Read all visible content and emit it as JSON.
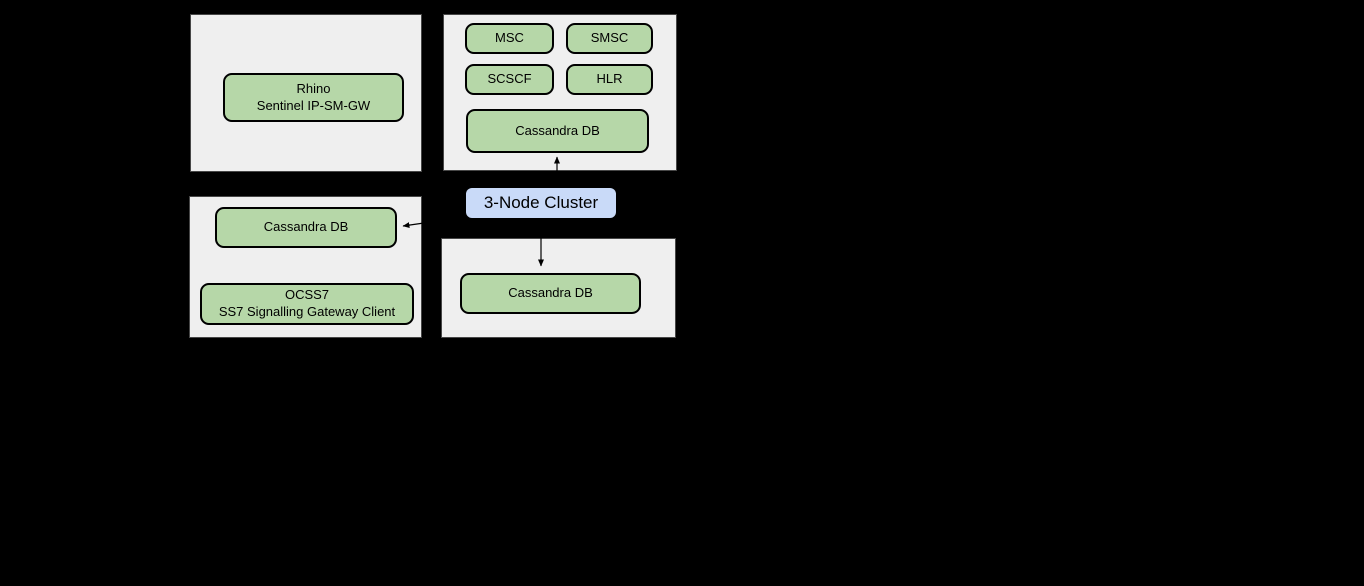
{
  "diagram": {
    "cluster_label": "3-Node Cluster",
    "top_left_group": {
      "rhino_node": {
        "line1": "Rhino",
        "line2": "Sentinel IP-SM-GW"
      }
    },
    "top_right_group": {
      "msc_node": {
        "label": "MSC"
      },
      "smsc_node": {
        "label": "SMSC"
      },
      "scscf_node": {
        "label": "SCSCF"
      },
      "hlr_node": {
        "label": "HLR"
      },
      "cassandra_node": {
        "label": "Cassandra DB"
      }
    },
    "bottom_left_group": {
      "cassandra_node": {
        "label": "Cassandra DB"
      },
      "ocss7_node": {
        "line1": "OCSS7",
        "line2": "SS7 Signalling Gateway Client"
      }
    },
    "bottom_right_group": {
      "cassandra_node": {
        "label": "Cassandra DB"
      }
    },
    "colors": {
      "background": "#000000",
      "group_fill": "#efefef",
      "group_border": "#474747",
      "node_fill": "#b6d7a8",
      "node_border": "#000000",
      "cluster_label_fill": "#c9daf8",
      "text": "#000000",
      "connector": "#000000"
    }
  }
}
